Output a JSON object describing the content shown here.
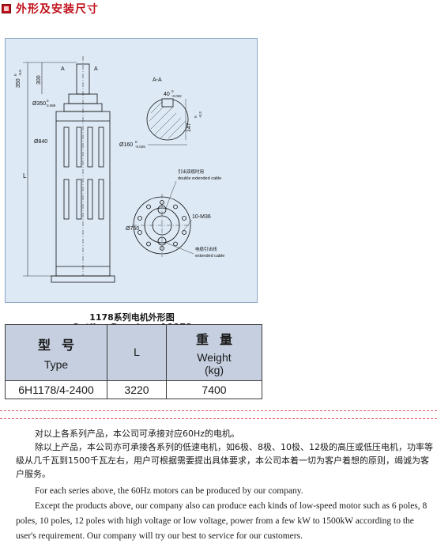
{
  "header": {
    "title": "外形及安装尺寸"
  },
  "drawing": {
    "caption_cn": "1178系列电机外形图",
    "caption_en": "Outline Drawing of 1178",
    "labels": {
      "dim_350_shaft": "350",
      "dim_350_shaft_tol_top": "0",
      "dim_350_shaft_tol_bottom": "-0.5",
      "dim_300": "300",
      "section_a_left": "A",
      "section_a_right": "A",
      "dia_350": "Ø350",
      "dia_350_tol_top": "0",
      "dia_350_tol_bottom": "0.089",
      "dia_840": "Ø840",
      "len_L": "L",
      "section_aa": "A-A",
      "key_40": "40",
      "key_40_tol_top": "0",
      "key_40_tol_bottom": "-0.062",
      "dim_147": "147",
      "dim_147_tol_top": "0",
      "dim_147_tol_bottom": "-0.3",
      "dia_160": "Ø160",
      "dia_160_tol_top": "0",
      "dia_160_tol_bottom": "-0.025",
      "cable_double_cn": "引出双缆时用",
      "cable_double_en": "double extended cable",
      "bolts": "10-M36",
      "dia_750": "Ø750",
      "cable_single_cn": "电缆引出线",
      "cable_single_en": "extended cable"
    }
  },
  "table": {
    "headers": {
      "type_cn": "型号",
      "type_en": "Type",
      "length": "L",
      "weight_cn": "重量",
      "weight_en": "Weight",
      "weight_unit": "(kg)"
    },
    "rows": [
      {
        "type": "6H1178/4-2400",
        "length": "3220",
        "weight": "7400"
      }
    ]
  },
  "description": {
    "cn_1": "对以上各系列产品，本公司可承接对应60Hz的电机。",
    "cn_2": "除以上产品，本公司亦可承接各系列的低速电机，如6极、8极、10极、12极的高压或低压电机，功率等级从几千瓦到1500千瓦左右，用户可根据需要提出具体要求，本公司本着一切为客户着想的原则，竭诚为客户服务。",
    "en_1": "For each series above, the 60Hz motors can be produced by our company.",
    "en_2": "Except the products above, our company also can produce each kinds of low-speed motor such as 6 poles, 8 poles, 10 poles, 12 poles with high voltage or low voltage, power from a few kW to 1500kW according to the user's requirement. Our company will try our best to service for our customers."
  },
  "colors": {
    "accent": "#c0121c",
    "panel": "#dde9f5",
    "table_header": "#c5cfdf"
  }
}
